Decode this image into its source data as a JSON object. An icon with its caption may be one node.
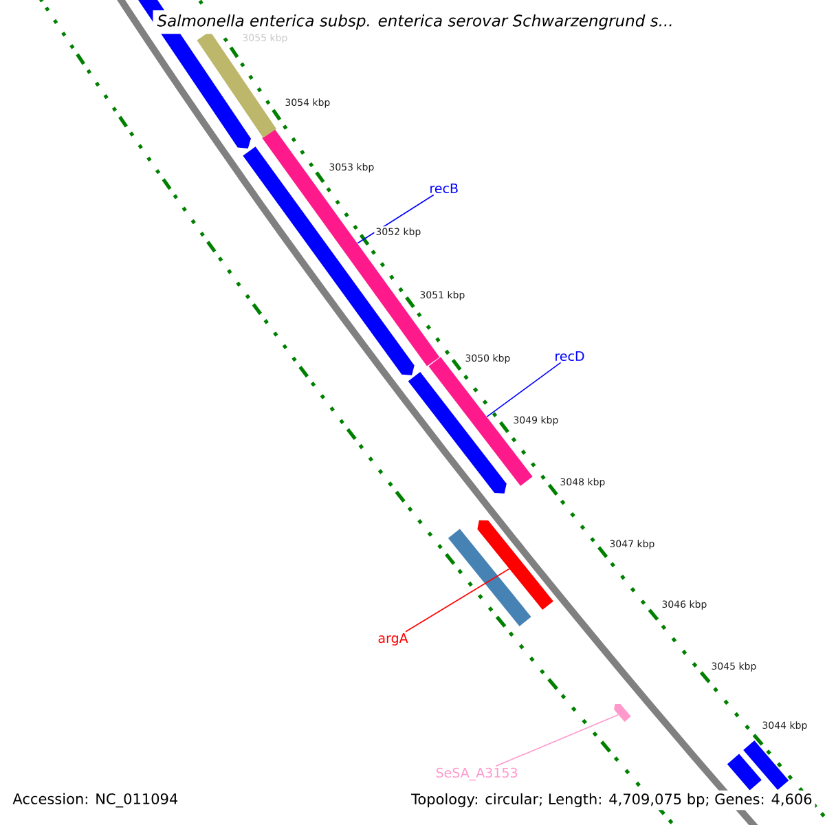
{
  "diagram": {
    "title": "Salmonella enterica subsp. enterica serovar Schwarzengrund s...",
    "nodes": [
      {
        "text": [
          "recB"
        ]
      },
      {
        "text": [
          "recD"
        ]
      },
      {
        "text": [
          "argA"
        ]
      },
      {
        "text": [
          "SeSA_A3153"
        ]
      },
      {
        "text": [],
        "shape": "bar"
      },
      {
        "text": [],
        "shape": "bar"
      },
      {
        "text": [],
        "shape": "arrow"
      },
      {
        "text": [],
        "shape": "arrow"
      },
      {
        "text": [],
        "shape": "bar"
      },
      {
        "text": [],
        "shape": "arrow"
      },
      {
        "text": [],
        "shape": "arrow"
      },
      {
        "text": [],
        "shape": "arrow"
      },
      {
        "text": [],
        "shape": "bar"
      },
      {
        "text": [],
        "shape": "bar"
      },
      {
        "text": [],
        "shape": "bar"
      }
    ],
    "edges": [
      {
        "from": 0,
        "to": 4,
        "arrow": "none",
        "color": "#0000ff"
      },
      {
        "from": 1,
        "to": 5,
        "arrow": "none",
        "color": "#0000ff"
      },
      {
        "from": 2,
        "to": 6,
        "arrow": "none",
        "color": "#ff0000"
      },
      {
        "from": 3,
        "to": 7,
        "arrow": "none",
        "color": "#ff99cc"
      }
    ],
    "labels": [
      "3055 kbp",
      "3054 kbp",
      "3053 kbp",
      "3052 kbp",
      "3051 kbp",
      "3050 kbp",
      "3049 kbp",
      "3048 kbp",
      "3047 kbp",
      "3046 kbp",
      "3045 kbp",
      "3044 kbp",
      "Accession: NC_011094",
      "Topology: circular; Length: 4,709,075 bp; Genes: 4,606"
    ]
  }
}
